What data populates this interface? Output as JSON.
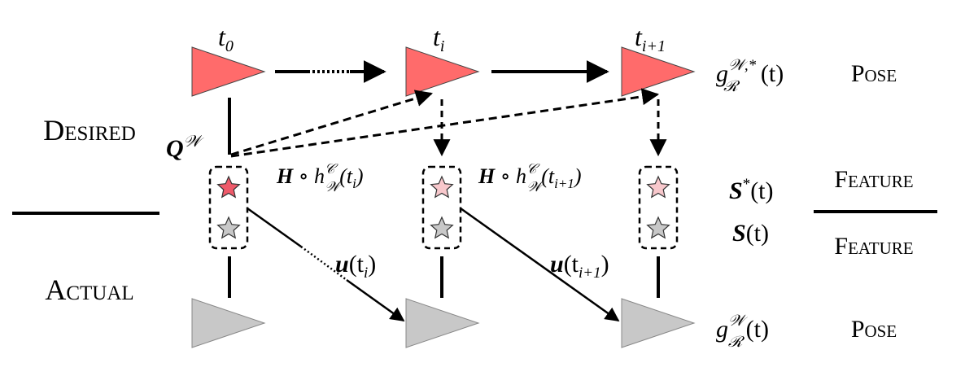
{
  "rows": {
    "desired_label": "Desired",
    "actual_label": "Actual"
  },
  "time_labels": {
    "t0": {
      "base": "t",
      "sub": "0"
    },
    "ti": {
      "base": "t",
      "sub": "i"
    },
    "ti1": {
      "base": "t",
      "sub": "i+1"
    }
  },
  "right_labels": {
    "pose_top": "Pose",
    "pose_bottom": "Pose",
    "feature_top": "Feature",
    "feature_bottom": "Feature",
    "desired_pose_eq": {
      "base": "g",
      "sup": "𝒲,*",
      "sub": "ℛ",
      "arg": "(t)"
    },
    "actual_pose_eq": {
      "base": "g",
      "sup": "𝒲",
      "sub": "ℛ",
      "arg": "(t)"
    },
    "desired_feature_eq": {
      "base": "S",
      "sup": "*",
      "arg": "(t)"
    },
    "actual_feature_eq": {
      "base": "S",
      "arg": "(t)"
    }
  },
  "math_labels": {
    "q_w": {
      "base": "Q",
      "sup": "𝒲"
    },
    "h_ti": {
      "H": "H",
      "op": " ∘ ",
      "h": "h",
      "sup": "𝒞",
      "sub": "𝒲",
      "arg": "(t",
      "argsub": "i",
      "close": ")"
    },
    "h_ti1": {
      "H": "H",
      "op": " ∘ ",
      "h": "h",
      "sup": "𝒞",
      "sub": "𝒲",
      "arg": "(t",
      "argsub": "i+1",
      "close": ")"
    },
    "u_ti": {
      "base": "u",
      "arg": "(t",
      "argsub": "i",
      "close": ")"
    },
    "u_ti1": {
      "base": "u",
      "arg": "(t",
      "argsub": "i+1",
      "close": ")"
    }
  },
  "colors": {
    "desired_triangle": "#ff6b6b",
    "actual_triangle": "#c8c8c8",
    "desired_star": "#ef5a6a",
    "desired_star_light": "#f8c8cc",
    "actual_star": "#c8c8c8",
    "line": "#000000"
  }
}
